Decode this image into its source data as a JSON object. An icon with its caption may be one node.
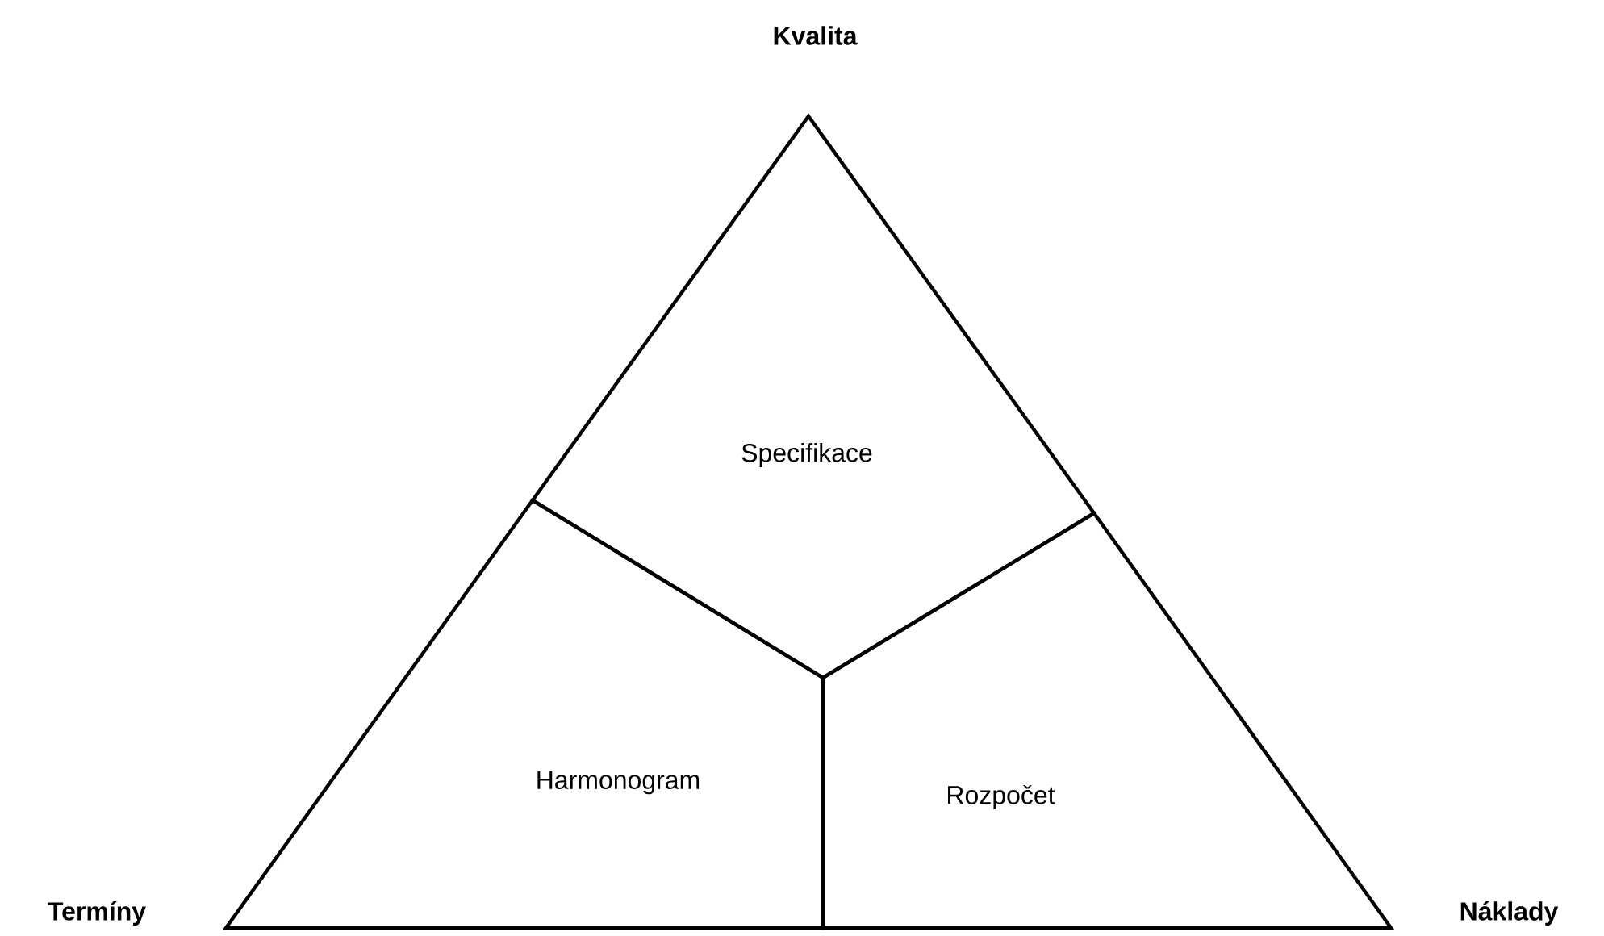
{
  "diagram": {
    "nodes": [
      {
        "text": [
          "Specifikace"
        ]
      },
      {
        "text": [
          "Harmonogram"
        ]
      },
      {
        "text": [
          "Rozpočet"
        ]
      }
    ],
    "labels": [
      "Kvalita",
      "Termíny",
      "Náklady"
    ]
  }
}
